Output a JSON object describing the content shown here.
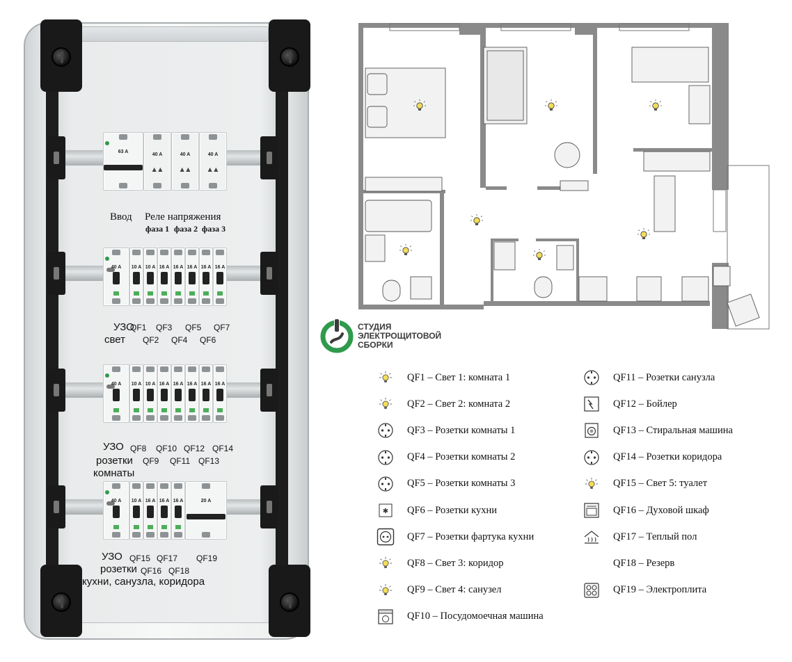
{
  "panel": {
    "row1": {
      "modules": [
        {
          "rating": "63 A",
          "kind": "main"
        },
        {
          "rating": "40 A",
          "kind": "relay"
        },
        {
          "rating": "40 A",
          "kind": "relay"
        },
        {
          "rating": "40 A",
          "kind": "relay"
        }
      ],
      "labels": {
        "input": "Ввод",
        "relay": "Реле напряжения",
        "phase1": "фаза 1",
        "phase2": "фаза 2",
        "phase3": "фаза 3"
      }
    },
    "row2": {
      "modules": [
        "40 A",
        "10 A",
        "10 A",
        "16 A",
        "16 A",
        "16 A",
        "16 A",
        "16 A"
      ],
      "labels": {
        "uzo": "УЗО",
        "uzo_sub": "свет",
        "qf1": "QF1",
        "qf2": "QF2",
        "qf3": "QF3",
        "qf4": "QF4",
        "qf5": "QF5",
        "qf6": "QF6",
        "qf7": "QF7"
      }
    },
    "row3": {
      "modules": [
        "40 A",
        "10 A",
        "10 A",
        "16 A",
        "16 A",
        "16 A",
        "16 A",
        "16 A"
      ],
      "labels": {
        "uzo": "УЗО",
        "uzo_sub1": "розетки",
        "uzo_sub2": "комнаты",
        "qf8": "QF8",
        "qf9": "QF9",
        "qf10": "QF10",
        "qf11": "QF11",
        "qf12": "QF12",
        "qf13": "QF13",
        "qf14": "QF14"
      }
    },
    "row4": {
      "modules": [
        "40 A",
        "10 A",
        "16 A",
        "16 A",
        "16 A",
        "20 A"
      ],
      "labels": {
        "uzo": "УЗО",
        "uzo_sub1": "розетки",
        "uzo_sub2": "кухни, санузла, коридора",
        "qf15": "QF15",
        "qf16": "QF16",
        "qf17": "QF17",
        "qf18": "QF18",
        "qf19": "QF19"
      }
    }
  },
  "logo": {
    "line1": "СТУДИЯ",
    "line2": "ЭЛЕКТРОЩИТОВОЙ",
    "line3": "СБОРКИ",
    "color": "#2f9a4c"
  },
  "legend": {
    "col1": [
      {
        "icon": "bulb-icon",
        "text": "QF1 – Свет 1: комната 1"
      },
      {
        "icon": "bulb-icon",
        "text": "QF2 – Свет 2: комната 2"
      },
      {
        "icon": "socket-icon",
        "text": "QF3 – Розетки комнаты 1"
      },
      {
        "icon": "socket-icon",
        "text": "QF4 – Розетки комнаты 2"
      },
      {
        "icon": "socket-icon",
        "text": "QF5 – Розетки комнаты 3"
      },
      {
        "icon": "kitchen-socket-icon",
        "text": "QF6 – Розетки кухни"
      },
      {
        "icon": "apron-socket-icon",
        "text": "QF7 – Розетки фартука кухни"
      },
      {
        "icon": "bulb-icon",
        "text": "QF8 – Свет 3: коридор"
      },
      {
        "icon": "bulb-icon",
        "text": "QF9 – Свет 4: санузел"
      },
      {
        "icon": "dishwasher-icon",
        "text": "QF10 – Посудомоечная машина"
      }
    ],
    "col2": [
      {
        "icon": "socket-icon",
        "text": "QF11 – Розетки санузла"
      },
      {
        "icon": "boiler-icon",
        "text": "QF12 – Бойлер"
      },
      {
        "icon": "washer-icon",
        "text": "QF13 – Стиральная машина"
      },
      {
        "icon": "socket-icon",
        "text": "QF14 – Розетки коридора"
      },
      {
        "icon": "bulb-icon",
        "text": "QF15 – Свет 5: туалет"
      },
      {
        "icon": "oven-icon",
        "text": "QF16 – Духовой шкаф"
      },
      {
        "icon": "floor-heating-icon",
        "text": "QF17 – Теплый пол"
      },
      {
        "icon": "none",
        "text": "QF18 – Резерв"
      },
      {
        "icon": "stove-icon",
        "text": "QF19 – Электроплита"
      }
    ]
  }
}
